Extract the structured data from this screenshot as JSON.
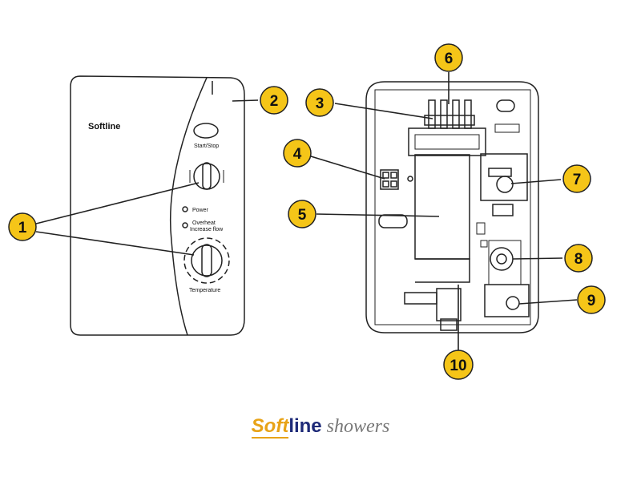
{
  "front_panel": {
    "brand": "Softline",
    "button_label": "Start/Stop",
    "power_label": "Power",
    "overheat_label_1": "Overheat",
    "overheat_label_2": "Increase flow",
    "temperature_label": "Temperature"
  },
  "callouts": [
    "1",
    "2",
    "3",
    "4",
    "5",
    "6",
    "7",
    "8",
    "9",
    "10"
  ],
  "caption": {
    "part1": "Soft",
    "part2": "line",
    "part3": "showers"
  },
  "colors": {
    "callout_fill": "#f5c518",
    "caption_orange": "#e8a317",
    "caption_navy": "#1e2a78",
    "caption_grey": "#777777"
  }
}
